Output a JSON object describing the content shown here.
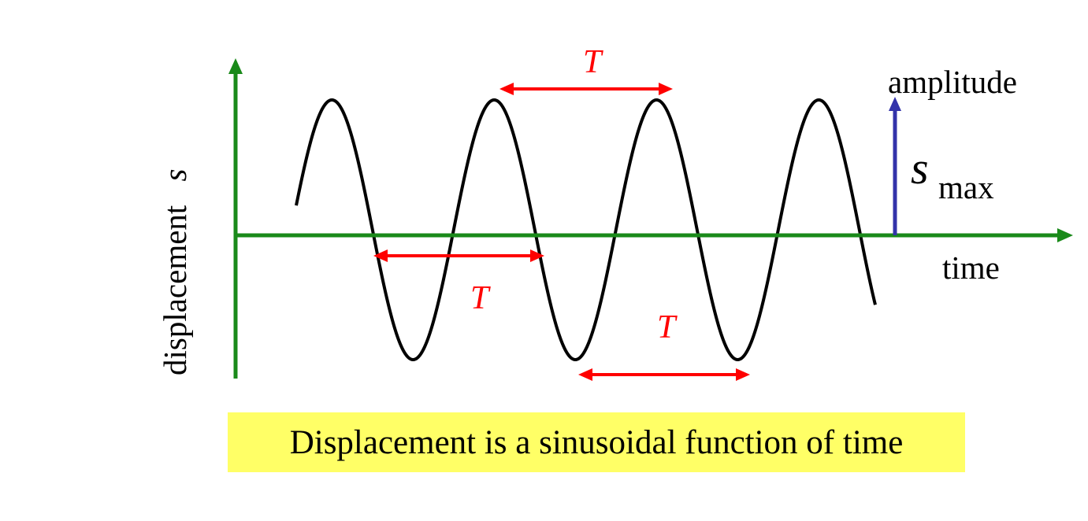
{
  "diagram": {
    "y_axis_label": "displacement",
    "y_axis_symbol": "s",
    "x_axis_label": "time",
    "amplitude_label": "amplitude",
    "amplitude_symbol": "s",
    "amplitude_subscript": "max",
    "period_symbol": "T",
    "caption": "Displacement is a sinusoidal function of time"
  },
  "colors": {
    "axis": "#1a8a1a",
    "wave": "#000000",
    "period_arrow": "#ff0000",
    "amplitude_arrow": "#3333aa",
    "caption_background": "#ffff66"
  }
}
